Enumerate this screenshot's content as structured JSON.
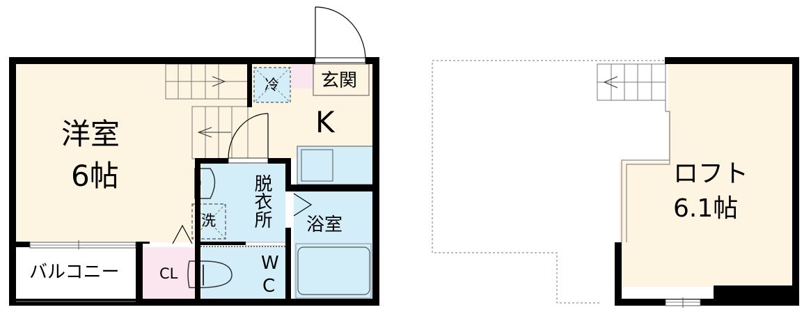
{
  "colors": {
    "room": "#fdf4e1",
    "wet": "#d3eef9",
    "closet": "#fbe5ee",
    "wall": "#000000",
    "outline": "#888888"
  },
  "floor1": {
    "western_room": {
      "name": "洋室",
      "size": "6帖"
    },
    "kitchen": {
      "label": "K"
    },
    "entrance": {
      "label": "玄関"
    },
    "fridge": {
      "label": "冷"
    },
    "dressing_room": {
      "label": "脱衣所"
    },
    "washer": {
      "label": "洗"
    },
    "bathroom": {
      "label": "浴室"
    },
    "toilet": {
      "label_1": "W",
      "label_2": "C"
    },
    "closet": {
      "label": "CL"
    },
    "balcony": {
      "label": "バルコニー"
    }
  },
  "loft": {
    "name": "ロフト",
    "size": "6.1帖"
  }
}
